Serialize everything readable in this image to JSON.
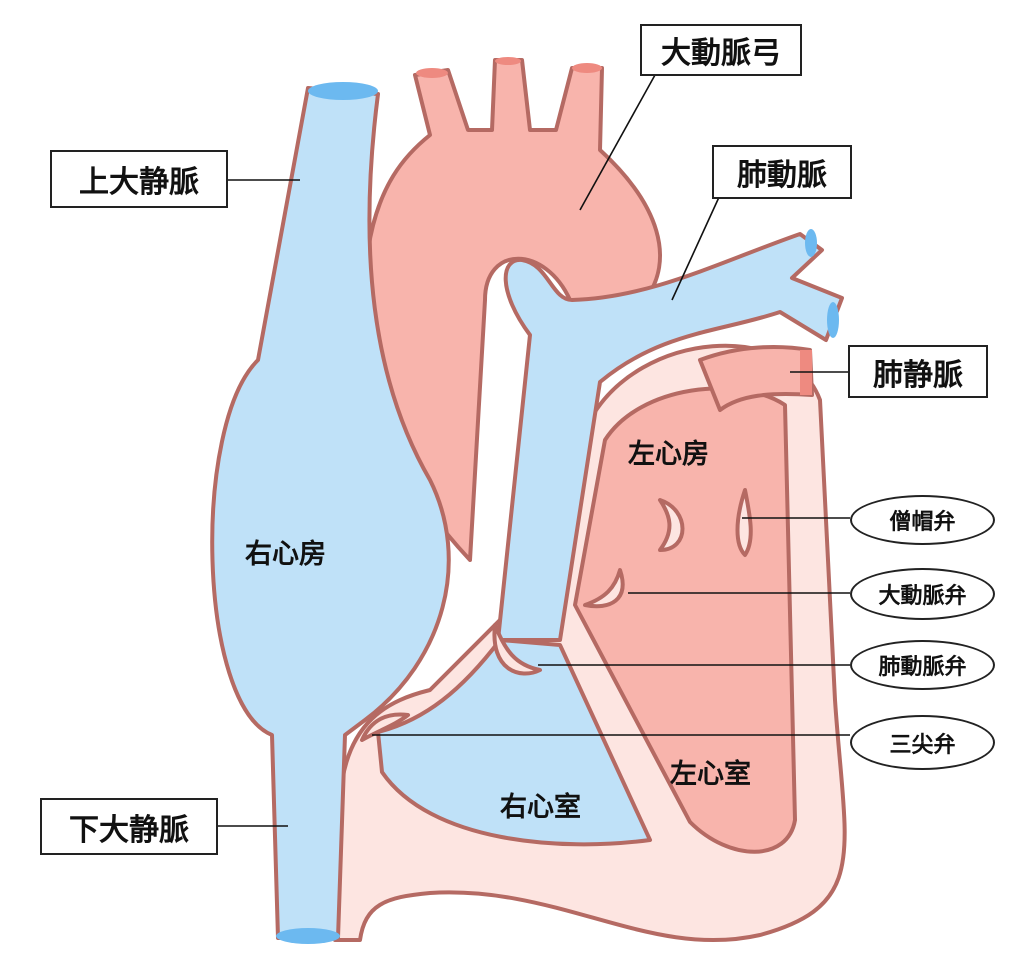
{
  "title_labels": {
    "aortic_arch": "大動脈弓",
    "superior_vena_cava": "上大静脈",
    "pulmonary_artery": "肺動脈",
    "pulmonary_vein": "肺静脈",
    "inferior_vena_cava": "下大静脈"
  },
  "valve_labels": {
    "mitral": "僧帽弁",
    "aortic": "大動脈弁",
    "pulmonary": "肺動脈弁",
    "tricuspid": "三尖弁"
  },
  "chamber_labels": {
    "right_atrium": "右心房",
    "left_atrium": "左心房",
    "right_ventricle": "右心室",
    "left_ventricle": "左心室"
  },
  "colors": {
    "deoxygenated": "#bfe1f8",
    "oxygenated": "#f8b4ac",
    "wall": "#fde5e1",
    "outline": "#b56a63",
    "blue_cap": "#6cb9f0",
    "red_cap": "#ee8a80"
  }
}
